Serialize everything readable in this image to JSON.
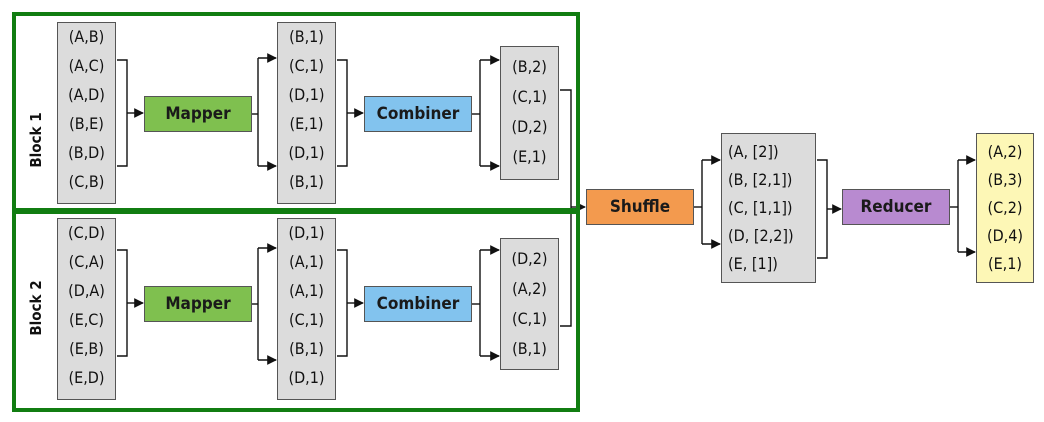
{
  "blocks": [
    {
      "label": "Block 1",
      "inputs": [
        "(A,B)",
        "(A,C)",
        "(A,D)",
        "(B,E)",
        "(B,D)",
        "(C,B)"
      ],
      "mapper": "Mapper",
      "mapped": [
        "(B,1)",
        "(C,1)",
        "(D,1)",
        "(E,1)",
        "(D,1)",
        "(B,1)"
      ],
      "combiner": "Combiner",
      "combined": [
        "(B,2)",
        "(C,1)",
        "(D,2)",
        "(E,1)"
      ]
    },
    {
      "label": "Block 2",
      "inputs": [
        "(C,D)",
        "(C,A)",
        "(D,A)",
        "(E,C)",
        "(E,B)",
        "(E,D)"
      ],
      "mapper": "Mapper",
      "mapped": [
        "(D,1)",
        "(A,1)",
        "(A,1)",
        "(C,1)",
        "(B,1)",
        "(D,1)"
      ],
      "combiner": "Combiner",
      "combined": [
        "(D,2)",
        "(A,2)",
        "(C,1)",
        "(B,1)"
      ]
    }
  ],
  "shuffle": "Shuffle",
  "shuffled": [
    "(A, [2])",
    "(B, [2,1])",
    "(C, [1,1])",
    "(D, [2,2])",
    "(E, [1])"
  ],
  "reducer": "Reducer",
  "reduced": [
    "(A,2)",
    "(B,3)",
    "(C,2)",
    "(D,4)",
    "(E,1)"
  ],
  "colors": {
    "frame": "#117d11",
    "mapper": "#7fc04f",
    "combiner": "#82c3ee",
    "shuffle": "#f39a4e",
    "reducer": "#b88ad0",
    "kvbox": "#dcdcdc",
    "output": "#fdf7b6"
  }
}
